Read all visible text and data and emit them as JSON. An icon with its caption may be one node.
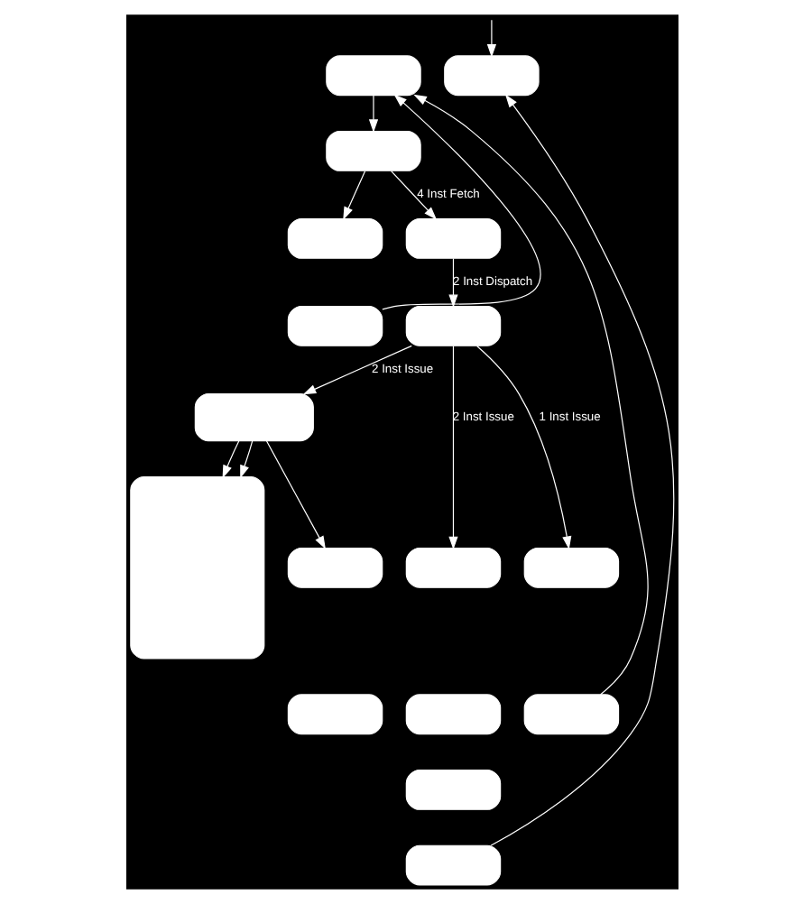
{
  "diagram": {
    "nodes": [
      {
        "text": [],
        "shape": "box"
      },
      {
        "text": [],
        "shape": "box"
      },
      {
        "text": [],
        "shape": "box"
      },
      {
        "text": [],
        "shape": "box"
      },
      {
        "text": [],
        "shape": "box"
      },
      {
        "text": [],
        "shape": "box"
      },
      {
        "text": [],
        "shape": "box"
      },
      {
        "text": [],
        "shape": "box"
      },
      {
        "text": [],
        "shape": "box"
      },
      {
        "text": [],
        "shape": "box"
      },
      {
        "text": [],
        "shape": "box"
      },
      {
        "text": [],
        "shape": "box"
      },
      {
        "text": [],
        "shape": "box"
      },
      {
        "text": [],
        "shape": "box"
      },
      {
        "text": [],
        "shape": "box"
      },
      {
        "text": [],
        "shape": "box"
      },
      {
        "text": [],
        "shape": "box"
      }
    ],
    "edges": [
      {
        "from": null,
        "to": 1,
        "arrow": "to"
      },
      {
        "from": 16,
        "to": 1,
        "arrow": "to"
      },
      {
        "from": 15,
        "to": 0,
        "arrow": "to"
      },
      {
        "from": 0,
        "to": 2,
        "arrow": "to"
      },
      {
        "from": 2,
        "to": 5,
        "arrow": "to",
        "label": "4 Inst Fetch"
      },
      {
        "from": 2,
        "to": 3,
        "arrow": "to"
      },
      {
        "from": 4,
        "to": 0,
        "arrow": "to"
      },
      {
        "from": 5,
        "to": 6,
        "arrow": "to",
        "label": "2 Inst Dispatch"
      },
      {
        "from": 6,
        "to": 7,
        "arrow": "to",
        "label": "2 Inst Issue"
      },
      {
        "from": 6,
        "to": 11,
        "arrow": "to",
        "label": "2 Inst Issue"
      },
      {
        "from": 6,
        "to": 14,
        "arrow": "to",
        "label": "1 Inst Issue"
      },
      {
        "from": 7,
        "to": 8,
        "arrow": "to"
      },
      {
        "from": 7,
        "to": 8,
        "arrow": "to"
      },
      {
        "from": 7,
        "to": 9,
        "arrow": "to"
      }
    ]
  }
}
